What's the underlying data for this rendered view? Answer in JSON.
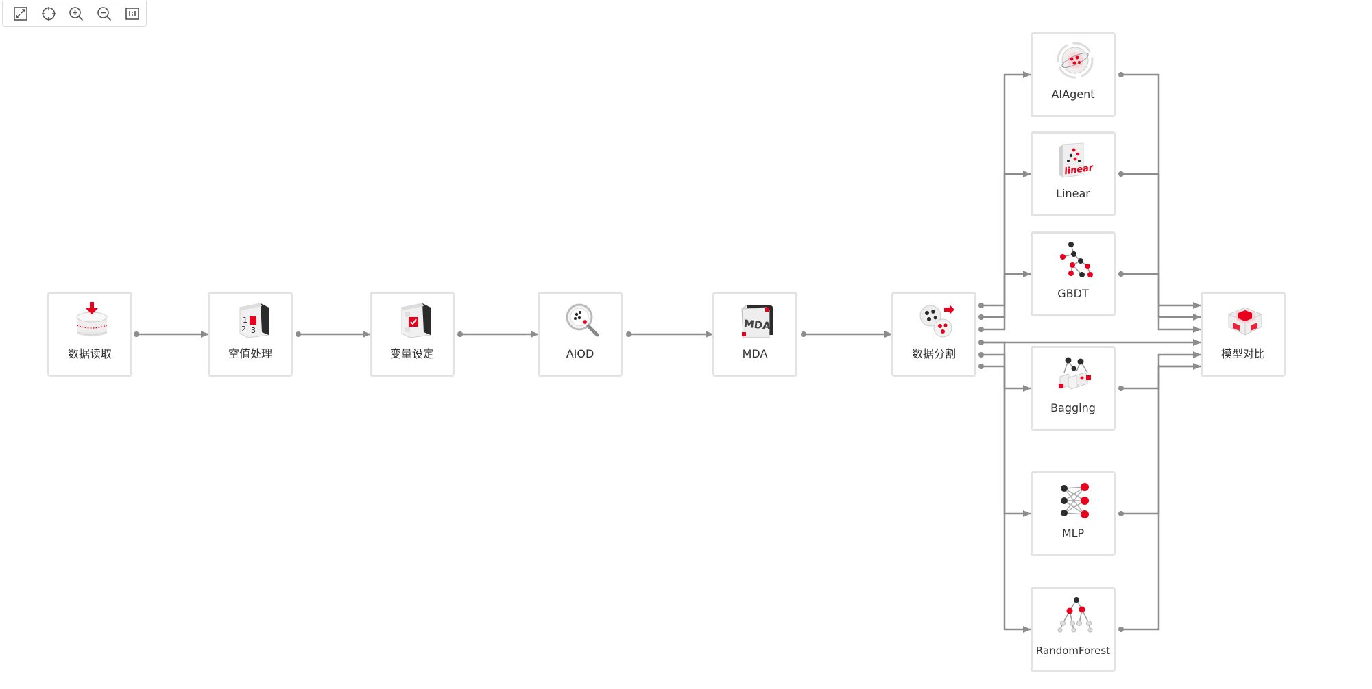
{
  "toolbar": {
    "items": [
      {
        "icon": "fit-view-icon"
      },
      {
        "icon": "center-target-icon"
      },
      {
        "icon": "zoom-in-icon"
      },
      {
        "icon": "zoom-out-icon"
      },
      {
        "icon": "actual-size-icon"
      }
    ]
  },
  "nodes": {
    "read": {
      "label": "数据读取",
      "icon": "database-download-icon"
    },
    "null": {
      "label": "空值处理",
      "icon": "null-value-cube-icon"
    },
    "var": {
      "label": "变量设定",
      "icon": "variable-check-cube-icon"
    },
    "aiod": {
      "label": "AIOD",
      "icon": "magnifier-dots-icon"
    },
    "mda": {
      "label": "MDA",
      "icon": "mda-box-icon"
    },
    "split": {
      "label": "数据分割",
      "icon": "data-split-icon"
    },
    "aiagent": {
      "label": "AIAgent",
      "icon": "agent-orbit-icon"
    },
    "linear": {
      "label": "Linear",
      "icon": "linear-scatter-icon"
    },
    "gbdt": {
      "label": "GBDT",
      "icon": "gbdt-tree-icon"
    },
    "bagging": {
      "label": "Bagging",
      "icon": "bagging-tree-icon"
    },
    "mlp": {
      "label": "MLP",
      "icon": "neural-network-icon"
    },
    "rf": {
      "label": "RandomForest",
      "icon": "random-forest-icon"
    },
    "compare": {
      "label": "模型对比",
      "icon": "model-compare-cube-icon"
    }
  },
  "colors": {
    "accent": "#e8001c",
    "edge": "#8c8c8c",
    "border": "#e3e3e3",
    "dark": "#2b2b2b",
    "label": "#333333"
  }
}
